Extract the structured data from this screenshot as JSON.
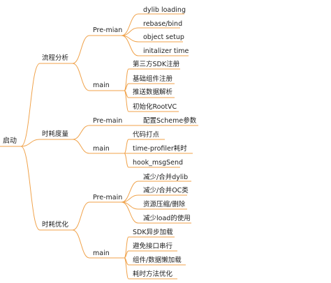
{
  "colors": {
    "branch": "#f0a24a",
    "text": "#222222",
    "background": "#ffffff"
  },
  "mindmap": {
    "root": "启动",
    "groups": [
      {
        "label": "流程分析",
        "phases": [
          {
            "label": "Pre-mian",
            "items": [
              "dylib loading",
              "rebase/bind",
              "object setup",
              "initalizer time"
            ]
          },
          {
            "label": "main",
            "items": [
              "第三方SDK注册",
              "基础组件注册",
              "推送数据解析",
              "初始化RootVC"
            ]
          }
        ]
      },
      {
        "label": "时耗度量",
        "phases": [
          {
            "label": "Pre-main",
            "items": [
              "配置Scheme参数"
            ]
          },
          {
            "label": "main",
            "items": [
              "代码打点",
              "time-profiler耗时",
              "hook_msgSend"
            ]
          }
        ]
      },
      {
        "label": "时耗优化",
        "phases": [
          {
            "label": "Pre-main",
            "items": [
              "减少/合并dylib",
              "减少/合并OC类",
              "资源压缩/删除",
              "减少load的使用"
            ]
          },
          {
            "label": "main",
            "items": [
              "SDK异步加载",
              "避免接口串行",
              "组件/数据懒加载",
              "耗时方法优化"
            ]
          }
        ]
      }
    ]
  }
}
